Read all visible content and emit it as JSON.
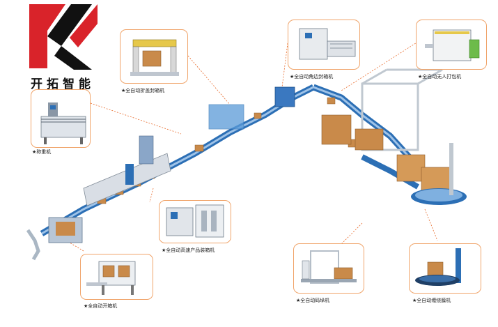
{
  "brand": {
    "name": "开拓智能",
    "logo_colors": {
      "red": "#d9232a",
      "black": "#111111"
    }
  },
  "accent": {
    "conveyor_blue": "#2c6fb5",
    "box_tan": "#c98a4a",
    "leader_line": "#e86a2a"
  },
  "machines": [
    {
      "id": "weigher",
      "label": "★称重机"
    },
    {
      "id": "carton_sealer",
      "label": "★全自动折盖封箱机"
    },
    {
      "id": "corner_sealer",
      "label": "★全自动角边封箱机"
    },
    {
      "id": "strapping",
      "label": "★全自动无人打包机"
    },
    {
      "id": "case_packer",
      "label": "★全自动高速产品装箱机"
    },
    {
      "id": "case_erector",
      "label": "★全自动开箱机"
    },
    {
      "id": "palletizer",
      "label": "★全自动码垛机"
    },
    {
      "id": "wrapper",
      "label": "★全自动缠绕膜机"
    }
  ]
}
